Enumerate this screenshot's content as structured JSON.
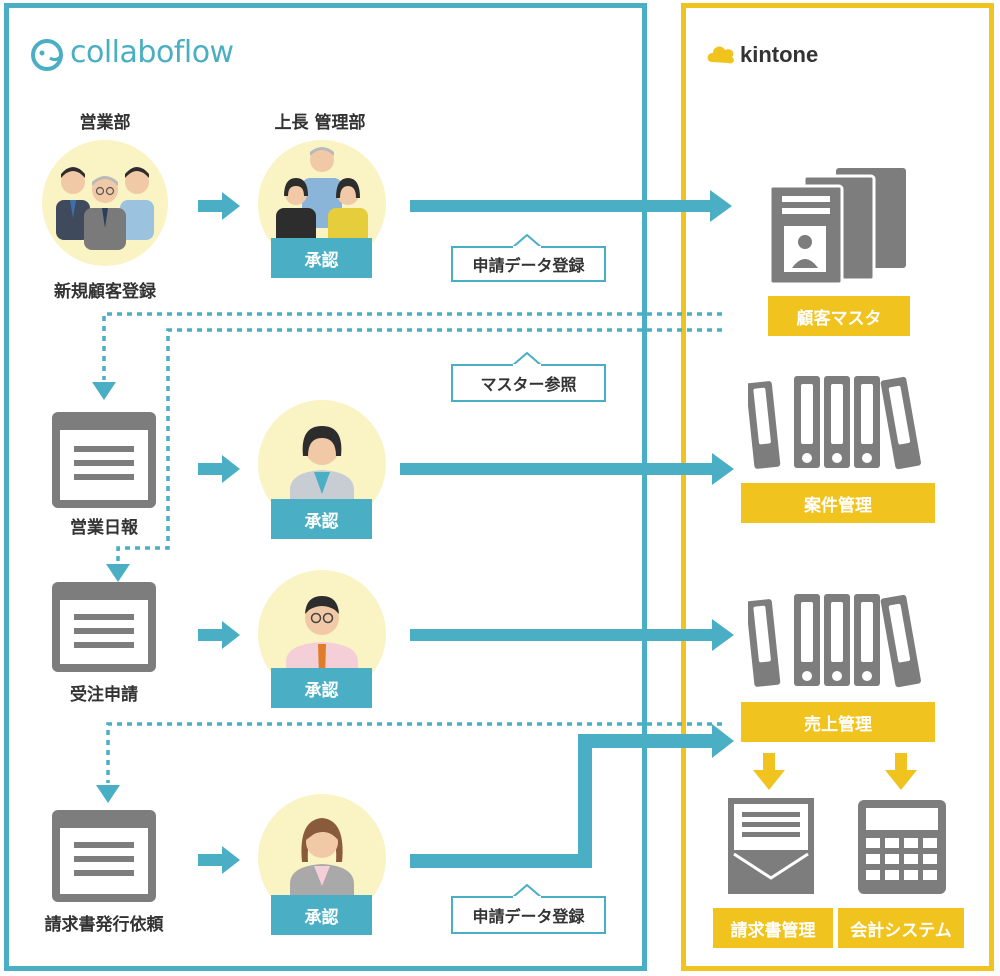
{
  "collaboflow": {
    "logo_text": "collaboflow",
    "sales_dept": "営業部",
    "manager_dept": "上長 管理部",
    "new_customer": "新規顧客登録",
    "daily_report": "営業日報",
    "order_request": "受注申請",
    "invoice_request": "請求書発行依頼",
    "approve": "承認"
  },
  "kintone": {
    "logo_text": "kintone",
    "customer_master": "顧客マスタ",
    "project_mgmt": "案件管理",
    "sales_mgmt": "売上管理",
    "invoice_mgmt": "請求書管理",
    "accounting": "会計システム"
  },
  "callouts": {
    "apply_data_1": "申請データ登録",
    "master_ref": "マスター参照",
    "apply_data_2": "申請データ登録"
  },
  "colors": {
    "collaboflow": "#4aaec4",
    "kintone": "#f1c31e",
    "icon_gray": "#7d7d7d",
    "person_bg": "#faf3c4"
  }
}
